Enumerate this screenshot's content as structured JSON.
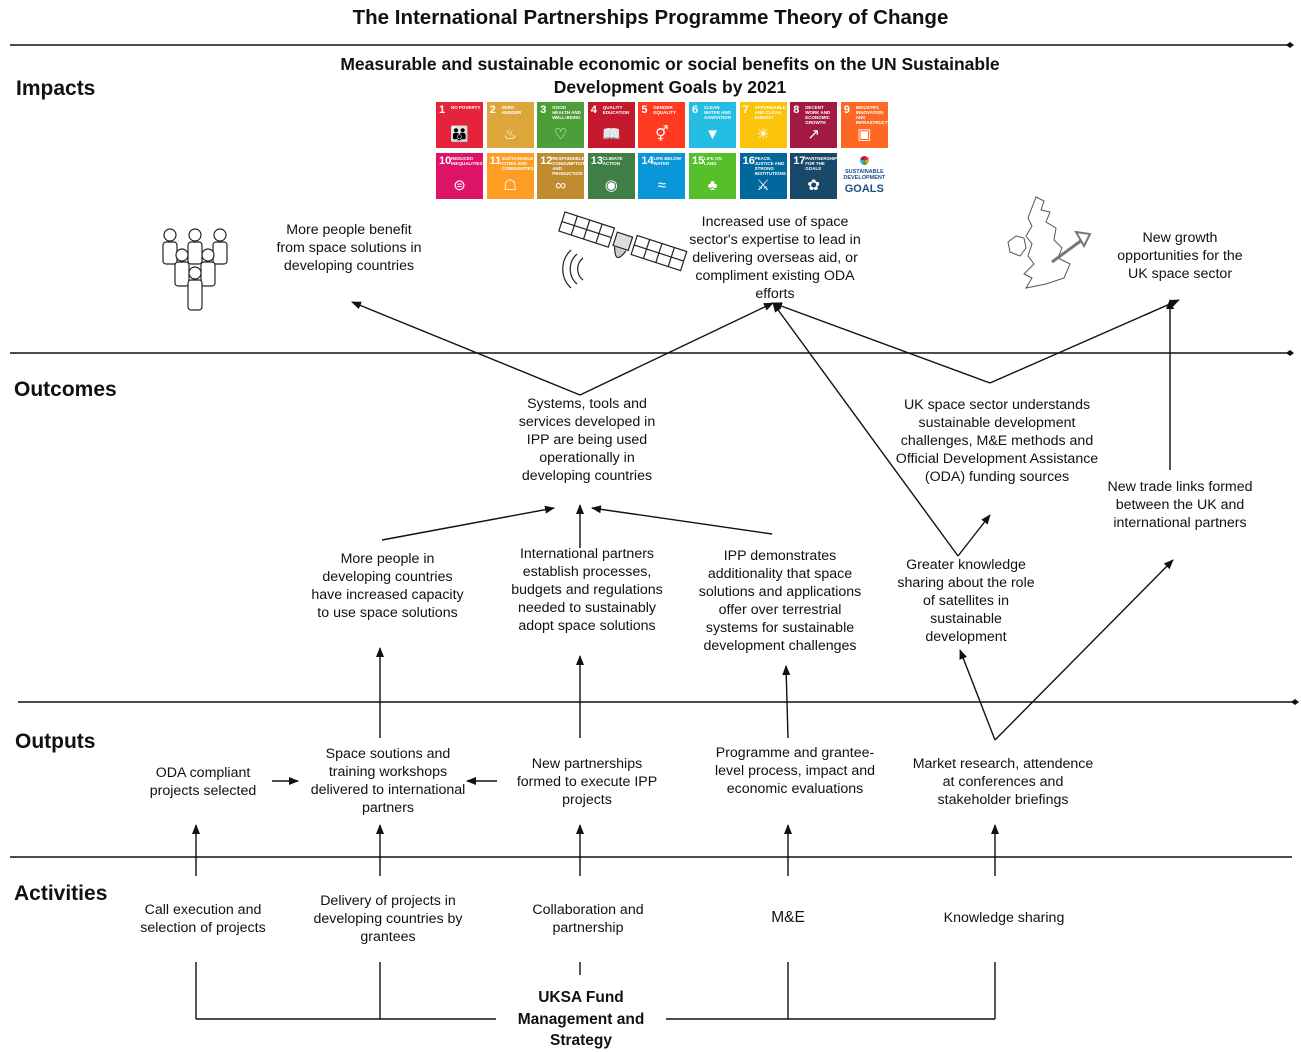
{
  "title": "The International Partnerships Programme Theory of Change",
  "impact_goal": "Measurable and sustainable economic or social benefits on the UN Sustainable Development Goals by 2021",
  "sections": {
    "impacts": "Impacts",
    "outcomes": "Outcomes",
    "outputs": "Outputs",
    "activities": "Activities"
  },
  "sdgs": [
    {
      "num": "1",
      "title": "NO POVERTY",
      "color": "#e5243b",
      "icon": "people-icon"
    },
    {
      "num": "2",
      "title": "ZERO HUNGER",
      "color": "#dda63a",
      "icon": "bowl-icon"
    },
    {
      "num": "3",
      "title": "GOOD HEALTH AND WELL-BEING",
      "color": "#4c9f38",
      "icon": "heartbeat-icon"
    },
    {
      "num": "4",
      "title": "QUALITY EDUCATION",
      "color": "#c5192d",
      "icon": "book-icon"
    },
    {
      "num": "5",
      "title": "GENDER EQUALITY",
      "color": "#ff3a21",
      "icon": "gender-icon"
    },
    {
      "num": "6",
      "title": "CLEAN WATER AND SANITATION",
      "color": "#26bde2",
      "icon": "water-drop-icon"
    },
    {
      "num": "7",
      "title": "AFFORDABLE AND CLEAN ENERGY",
      "color": "#fcc30b",
      "icon": "sun-icon"
    },
    {
      "num": "8",
      "title": "DECENT WORK AND ECONOMIC GROWTH",
      "color": "#a21942",
      "icon": "growth-chart-icon"
    },
    {
      "num": "9",
      "title": "INDUSTRY, INNOVATION AND INFRASTRUCTURE",
      "color": "#fd6925",
      "icon": "cubes-icon"
    },
    {
      "num": "10",
      "title": "REDUCED INEQUALITIES",
      "color": "#dd1367",
      "icon": "equal-icon"
    },
    {
      "num": "11",
      "title": "SUSTAINABLE CITIES AND COMMUNITIES",
      "color": "#fd9d24",
      "icon": "city-icon"
    },
    {
      "num": "12",
      "title": "RESPONSIBLE CONSUMPTION AND PRODUCTION",
      "color": "#bf8b2e",
      "icon": "infinity-icon"
    },
    {
      "num": "13",
      "title": "CLIMATE ACTION",
      "color": "#3f7e44",
      "icon": "eye-earth-icon"
    },
    {
      "num": "14",
      "title": "LIFE BELOW WATER",
      "color": "#0a97d9",
      "icon": "fish-icon"
    },
    {
      "num": "15",
      "title": "LIFE ON LAND",
      "color": "#56c02b",
      "icon": "tree-icon"
    },
    {
      "num": "16",
      "title": "PEACE, JUSTICE AND STRONG INSTITUTIONS",
      "color": "#00689d",
      "icon": "dove-icon"
    },
    {
      "num": "17",
      "title": "PARTNERSHIPS FOR THE GOALS",
      "color": "#19486a",
      "icon": "rings-icon"
    },
    {
      "num": "",
      "title": "SUSTAINABLE DEVELOPMENT",
      "color": "#ffffff",
      "icon": "sdg-wheel-icon",
      "logo_text": "GOALS"
    }
  ],
  "impacts": {
    "people": "More people benefit from space solutions in developing countries",
    "space_expertise": "Increased use of space sector's expertise to lead in delivering overseas aid, or compliment existing ODA efforts",
    "growth": "New growth opportunities for the UK space sector"
  },
  "outcomes": {
    "systems": "Systems, tools and services developed in IPP are being used operationally in developing countries",
    "uk_understands": "UK space sector understands sustainable development challenges, M&E methods and Official Development Assistance (ODA) funding sources",
    "trade_links": "New trade links formed between the UK and international partners",
    "capacity": "More people in developing countries have increased capacity to use space solutions",
    "processes": "International partners establish processes, budgets and regulations needed to sustainably adopt space solutions",
    "additionality": "IPP demonstrates additionality that space solutions and applications offer over terrestrial systems for  sustainable development challenges",
    "knowledge": "Greater knowledge sharing about the role of satellites in sustainable development"
  },
  "outputs": {
    "oda": "ODA compliant projects selected",
    "workshops": "Space soutions and training workshops delivered to international partners",
    "partnerships": "New partnerships formed to execute IPP projects",
    "evaluations": "Programme and grantee-level process, impact and economic evaluations",
    "market": "Market research, attendence at conferences and stakeholder briefings"
  },
  "activities": {
    "call": "Call execution and selection of projects",
    "delivery": "Delivery of projects in developing countries by grantees",
    "collab": "Collaboration and partnership",
    "me": "M&E",
    "knowledge": "Knowledge sharing"
  },
  "fund": "UKSA Fund Management and Strategy"
}
